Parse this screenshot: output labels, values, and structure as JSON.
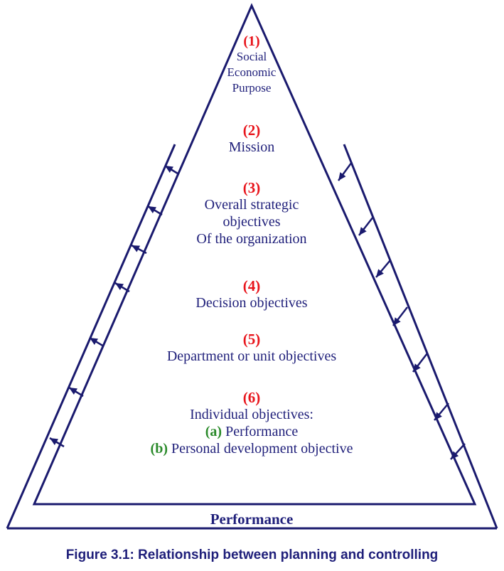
{
  "levels": [
    {
      "number": "(1)",
      "lines": [
        "Social",
        "Economic",
        "Purpose"
      ]
    },
    {
      "number": "(2)",
      "lines": [
        "Mission"
      ]
    },
    {
      "number": "(3)",
      "lines": [
        "Overall strategic",
        "objectives",
        "Of the organization"
      ]
    },
    {
      "number": "(4)",
      "lines": [
        "Decision objectives"
      ]
    },
    {
      "number": "(5)",
      "lines": [
        "Department or unit objectives"
      ]
    },
    {
      "number": "(6)",
      "lines": [
        "Individual objectives:"
      ],
      "sub_items": [
        {
          "label": "(a)",
          "text": "Performance"
        },
        {
          "label": "(b)",
          "text": "Personal development objective"
        }
      ]
    }
  ],
  "base_label": "Performance",
  "caption": "Figure 3.1: Relationship between planning and controlling",
  "colors": {
    "line": "#1a1a6e",
    "text": "#1f1f7a",
    "number": "#e8141b",
    "sub_label": "#2a8a2a"
  }
}
